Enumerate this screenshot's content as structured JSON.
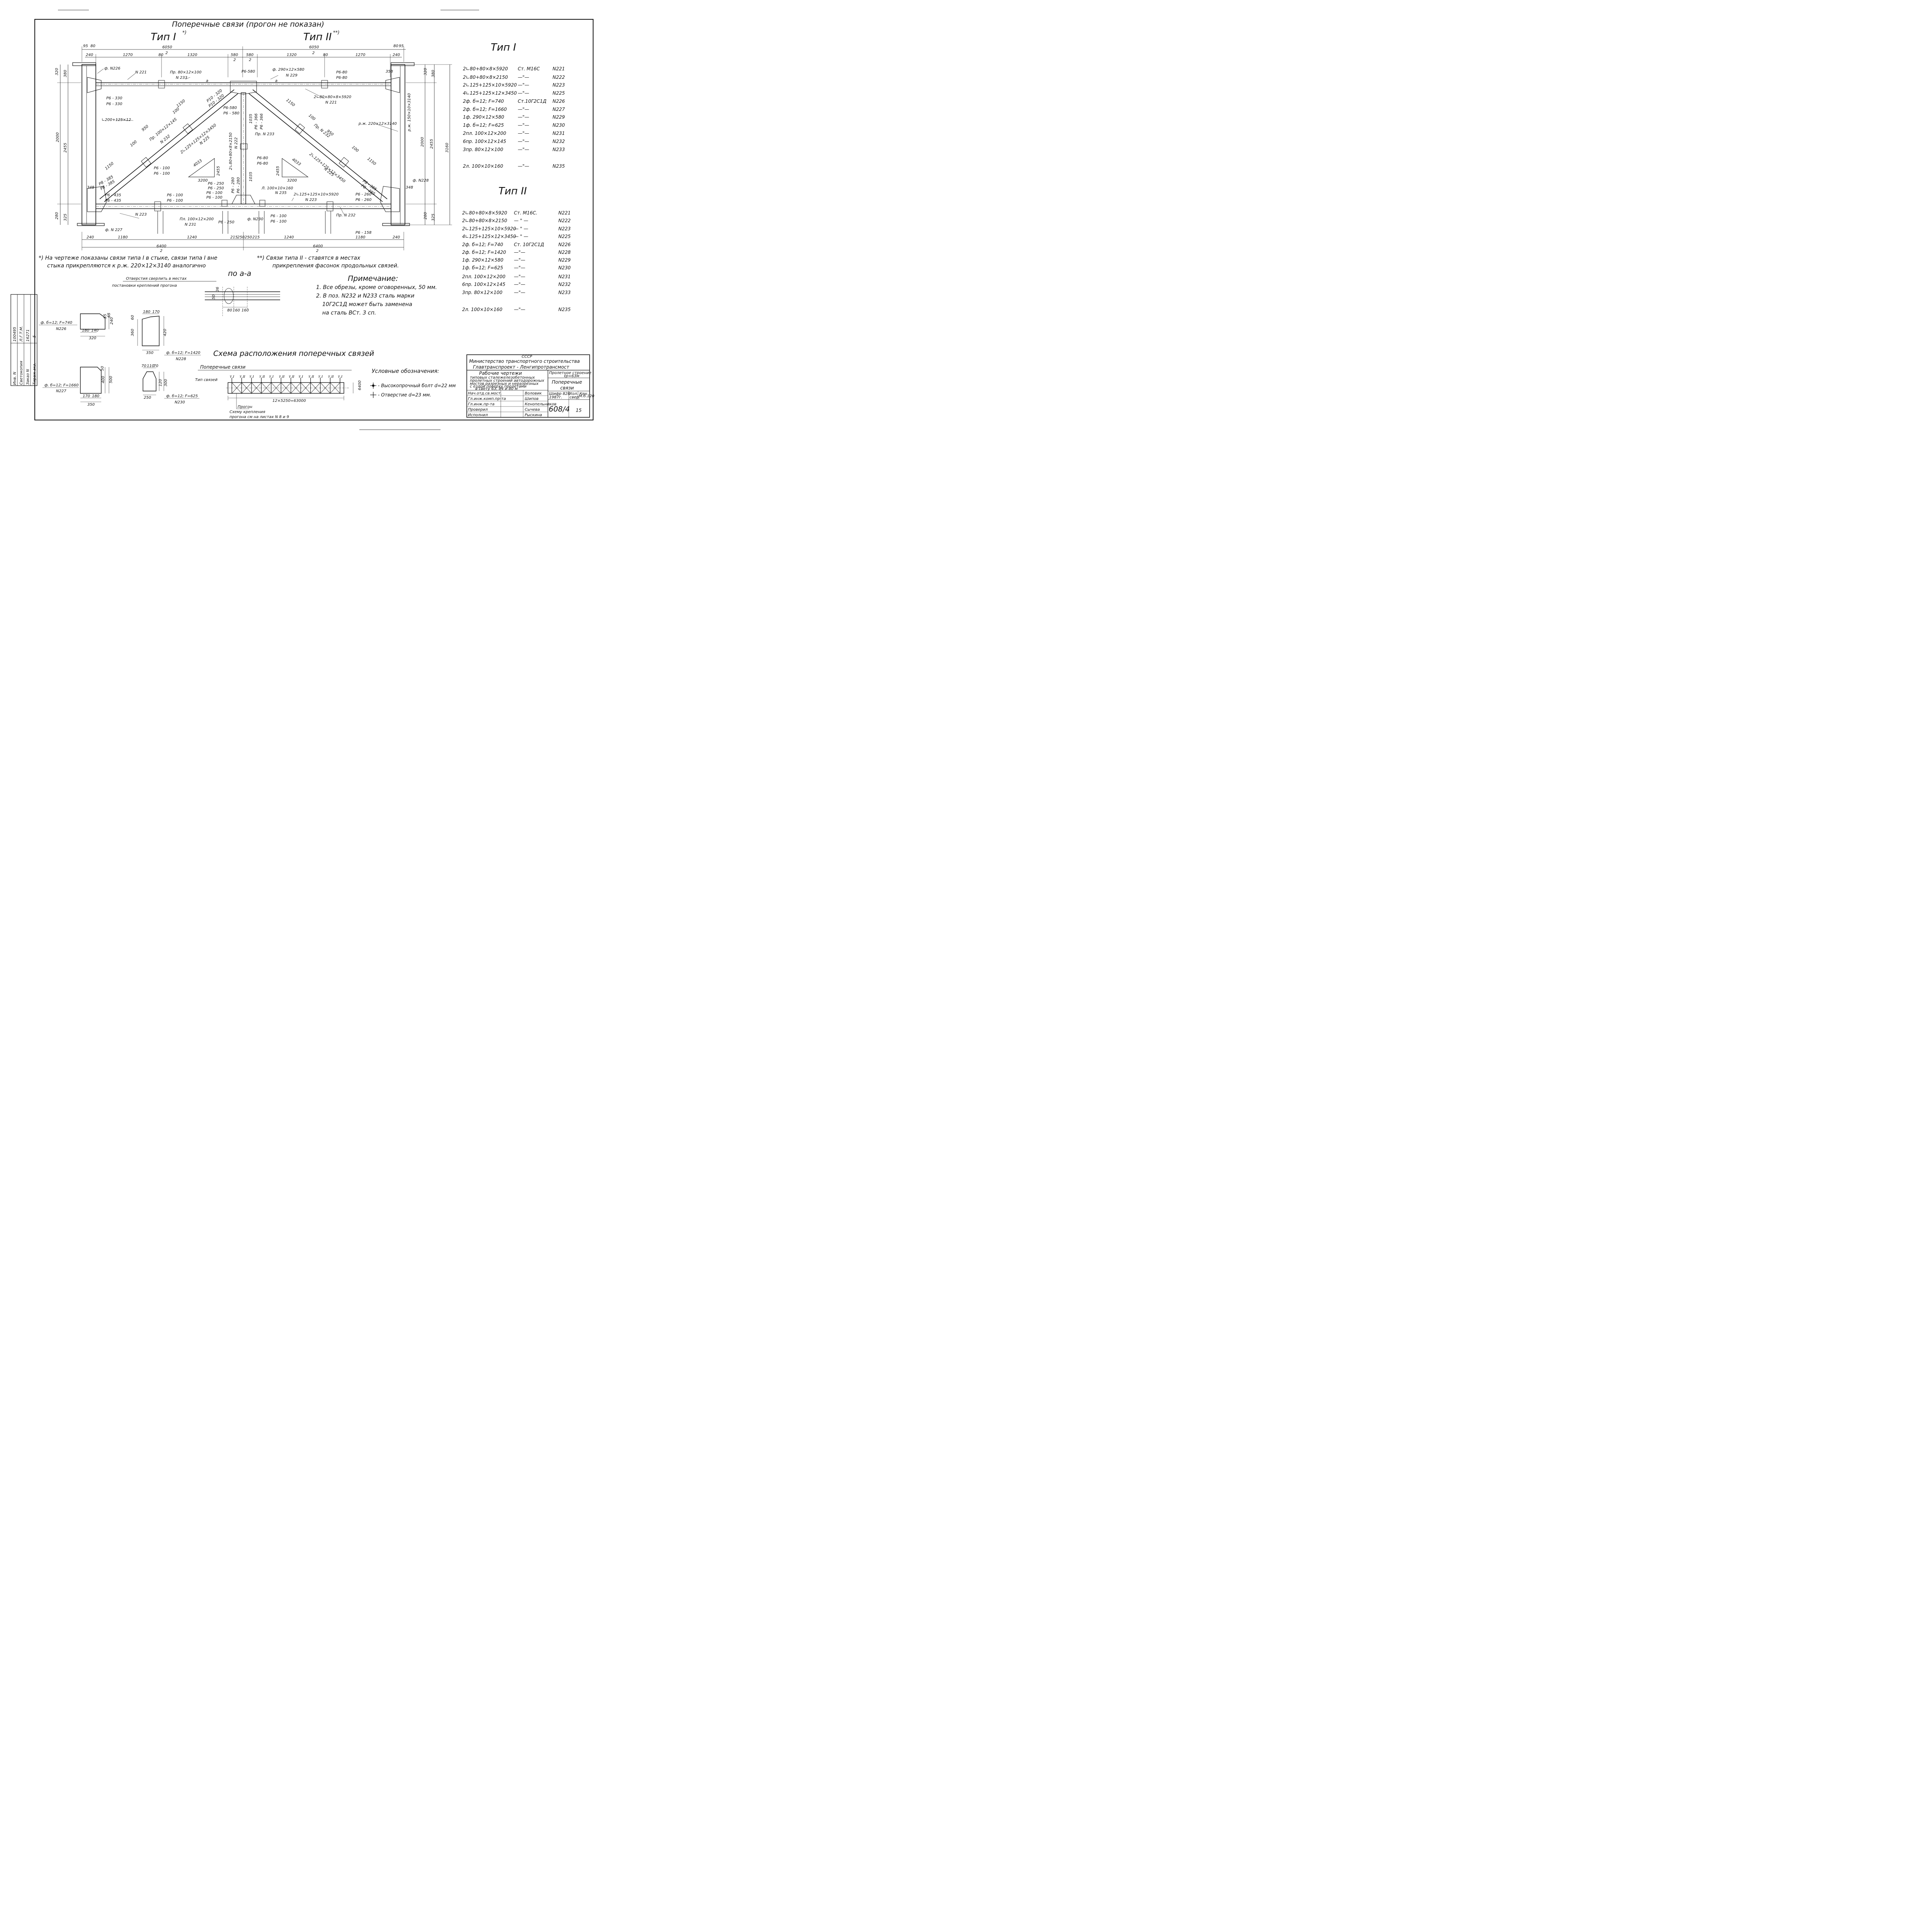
{
  "title": "Поперечные связи (прогон не показан)",
  "type1_header": "Тип I",
  "type1_footnote_mark": "*)",
  "type2_header": "Тип II",
  "type2_footnote_mark": "**)",
  "drawing_labels": {
    "span_left": "6050",
    "span_right": "6050",
    "half_den": "2",
    "d_95": "95",
    "d_80": "80",
    "d_240": "240",
    "d_1270": "1270",
    "d_1320": "1320",
    "d_580": "580",
    "d_2": "2",
    "fas226": "ф. N226",
    "n221": "N 221",
    "pr80": "Пр. 80×12×100",
    "n233": "N 233",
    "a_mark": "a",
    "r6_580": "Р6-580",
    "r6_580b": "Р6 - 580",
    "fas229": "ф. 290×12×580",
    "n229": "N 229",
    "r6_80": "Р6-80",
    "r6_80b": "Р6-80",
    "r6_330": "Р6 - 330",
    "r6_330b": "Р6 - 330",
    "p10_320": "Р10 - 320",
    "p10_320b": "Р10 - 320",
    "ugol200": "∟200+125×12",
    "d1150": "1150",
    "d950": "950",
    "d100": "100",
    "pr100": "Пр. 100×12×145",
    "n232": "N 232",
    "pos225": "2∟125+125×12×3450",
    "n225": "N 225",
    "pos222": "2∟80+80×8×2150",
    "n222": "N 222",
    "r6_366": "Р6 - 366",
    "r6_366b": "Р6 - 366",
    "d1035": "1035",
    "pr_n233": "Пр. N 233",
    "pos221": "2∟80×80×8×5920",
    "n221b": "N 221",
    "rj220": "р.ж. 220×12×3140",
    "rj_right": "р.ж. 150×10×3140",
    "pr_n232": "Пр. N 232",
    "tri_4033": "4033",
    "tri_2455": "2455",
    "tri_3200": "3200",
    "r8_385": "Р8 - 385",
    "r8_385b": "Р8 - 385",
    "r6_100": "Р6 - 100",
    "r6_100b": "Р6 - 100",
    "r6_435": "Р6 - 435",
    "r6_435b": "Р6 - 435",
    "r6_250": "Р6 - 250",
    "r6_250b": "Р6 - 250",
    "r6_280": "Р6 - 280",
    "l100": "Л. 100×10×160",
    "n235": "N 235",
    "pos223": "2∟125+125×10×5920",
    "n223": "N 223",
    "r6_260": "Р6 - 260",
    "r6_260b": "Р6 - 260",
    "pl100": "Пл. 100×12×200",
    "n231": "N 231",
    "fas230": "ф. N230",
    "fas227": "ф. N 227",
    "fas228": "ф. N228",
    "r6_158": "Р6 - 158",
    "d_2000": "2000",
    "d_2455": "2455",
    "d_3160": "3160",
    "d_320": "320",
    "d_380": "380",
    "d_160": "160",
    "d_348": "348",
    "d_280": "280",
    "d_325": "325",
    "d_358": "358",
    "d_1180": "1180",
    "d_1240": "1240",
    "d_215": "215",
    "d_250": "250",
    "d_6400": "6400"
  },
  "footnote1_line1": "*) На чертеже показаны связи типа I в стыке, связи типа I вне",
  "footnote1_line2": "стыка прикрепляются к р.ж. 220×12×3140 аналогично",
  "footnote2_line1": "**) Связи типа II - ставятся в местах",
  "footnote2_line2": "прикрепления фасонок продольных связей.",
  "section_aa": {
    "title": "по а-а",
    "note1": "Отверстия сверлить в местах",
    "note2": "постановки креплений прогона",
    "d80": "80",
    "d160": "160",
    "d160b": "160",
    "d36": "36",
    "d50": "50"
  },
  "notes": {
    "heading": "Примечание:",
    "lines": [
      "1. Все обрезы, кроме оговоренных, 50 мм.",
      "2. В поз. N232 и N233 сталь марки",
      "10Г2С1Д может быть заменена",
      "на сталь ВСт. 3 сп."
    ]
  },
  "type1_spec": [
    {
      "item": "2∟80+80×8×5920",
      "steel": "Ст. М16С",
      "pos": "N221"
    },
    {
      "item": "2∟80+80×8×2150",
      "steel": "—\"—",
      "pos": "N222"
    },
    {
      "item": "2∟125+125×10×5920",
      "steel": "—\"—",
      "pos": "N223"
    },
    {
      "item": "4∟125+125×12×3450",
      "steel": "—\"—",
      "pos": "N225"
    },
    {
      "item": "2ф. б=12; F=740",
      "steel": "Ст.10Г2С1Д",
      "pos": "N226"
    },
    {
      "item": "2ф. б=12; F=1660",
      "steel": "—\"—",
      "pos": "N227"
    },
    {
      "item": "1ф. 290×12×580",
      "steel": "—\"—",
      "pos": "N229"
    },
    {
      "item": "1ф. б=12; F=625",
      "steel": "—\"—",
      "pos": "N230"
    },
    {
      "item": "2пл. 100×12×200",
      "steel": "—\"—",
      "pos": "N231"
    },
    {
      "item": "6пр. 100×12×145",
      "steel": "—\"—",
      "pos": "N232"
    },
    {
      "item": "3пр. 80×12×100",
      "steel": "—\"—",
      "pos": "N233"
    },
    {
      "item": "2л. 100×10×160",
      "steel": "—\"—",
      "pos": "N235"
    }
  ],
  "type2_spec": [
    {
      "item": "2∟80+80×8×5920",
      "steel": "Ст. М16С.",
      "pos": "N221"
    },
    {
      "item": "2∟80+80×8×2150",
      "steel": "— \" —",
      "pos": "N222"
    },
    {
      "item": "2∟125+125×10×5920",
      "steel": "— \" —",
      "pos": "N223"
    },
    {
      "item": "4∟125+125×12×3450",
      "steel": "— \" —",
      "pos": "N225"
    },
    {
      "item": "2ф. б=12; F=740",
      "steel": "Ст. 10Г2С1Д",
      "pos": "N226"
    },
    {
      "item": "2ф. б=12; F=1420",
      "steel": "—\"—",
      "pos": "N228"
    },
    {
      "item": "1ф. 290×12×580",
      "steel": "—\"—",
      "pos": "N229"
    },
    {
      "item": "1ф. б=12; F=625",
      "steel": "—\"—",
      "pos": "N230"
    },
    {
      "item": "2пл. 100×12×200",
      "steel": "—\"—",
      "pos": "N231"
    },
    {
      "item": "6пр. 100×12×145",
      "steel": "—\"—",
      "pos": "N232"
    },
    {
      "item": "3пр. 80×12×100",
      "steel": "—\"—",
      "pos": "N233"
    },
    {
      "item": "2л. 100×10×160",
      "steel": "—\"—",
      "pos": "N235"
    }
  ],
  "gussets": {
    "g226": {
      "label": "ф. б=12; F=740",
      "pos": "N226",
      "d180": "180",
      "d140": "140",
      "d320": "320",
      "d65": "65",
      "d240": "240",
      "d55": "55"
    },
    "g228": {
      "label": "ф. б=12; F=1420",
      "pos": "N228",
      "d180": "180",
      "d170": "170",
      "d350": "350",
      "d420": "420",
      "d60": "60",
      "d360": "360"
    },
    "g227": {
      "label": "ф. б=12; F=1660",
      "pos": "N227",
      "d170": "170",
      "d180": "180",
      "d350": "350",
      "d400": "400",
      "d500": "500",
      "d50": "50"
    },
    "g230": {
      "label": "ф. б=12; F=625",
      "pos": "N230",
      "d70": "70",
      "d110": "110",
      "d70b": "70",
      "d250": "250",
      "d120": "120",
      "d300": "300"
    }
  },
  "scheme": {
    "title": "Схема расположения поперечных связей",
    "subtitle": "Поперечные связи",
    "row_label": "Тип связей",
    "types": [
      "т.I",
      "т.II",
      "т.I",
      "т.II",
      "т.I",
      "т.II",
      "т.II",
      "т.I",
      "т.II",
      "т.I",
      "т.II",
      "т.I"
    ],
    "span": "12×5250=63000",
    "height": "6400",
    "purlin": "Прогон",
    "purlin_note1": "Схему крепления",
    "purlin_note2": "прогона см на листах N 8 и 9"
  },
  "legend": {
    "heading": "Условные обозначения:",
    "bolt": "- Высокопрочный болт d=22 мм",
    "hole": "- Отверстие d=23 мм."
  },
  "left_stamp": {
    "r1a": "Инв. N",
    "r1b": "100495",
    "r2a": "Светокопия",
    "r2b": "Л.Г.Т.М.",
    "r3a": "Заказ N",
    "r3b": "16271",
    "r4a": "Тираж экз.",
    "r4b": "5"
  },
  "title_block": {
    "country": "СССР",
    "ministry": "Министерство транспортного строительства",
    "org": "Главтранспроект - Ленгипротрансмост",
    "doc_title": "Рабочие чертежи",
    "doc_desc1": "типовых сталежелезобетонных",
    "doc_desc2": "пролетных строений автодорожных",
    "doc_desc3": "мостов разрезных и неразрезных",
    "doc_desc4": "с ездой поверху пролетами",
    "doc_desc5": "в свету 63, 84 и 80 м",
    "structure": "Пролетное строение",
    "structure2": "ℓр=63м",
    "sheet_title1": "Поперечные",
    "sheet_title2": "связи",
    "staff": [
      {
        "role": "Нач.отд.св.мост.",
        "name": "Воловик"
      },
      {
        "role": "Гл.инж.комп.пр-та",
        "name": "Шипов"
      },
      {
        "role": "Гл.инж.пр-та",
        "name": "Кенопельников"
      },
      {
        "role": "Проверил",
        "name": "Сычева"
      },
      {
        "role": "Исполнил",
        "name": "Рыскина"
      }
    ],
    "cipher_label": "Шифр 828",
    "year": "1987г.",
    "sheet_label": "Лист N5",
    "doc_no": "608/4",
    "sheet_no": "15",
    "stage1": "Хол. Кен",
    "stage2": "свер.",
    "mark": "М.б.120"
  }
}
